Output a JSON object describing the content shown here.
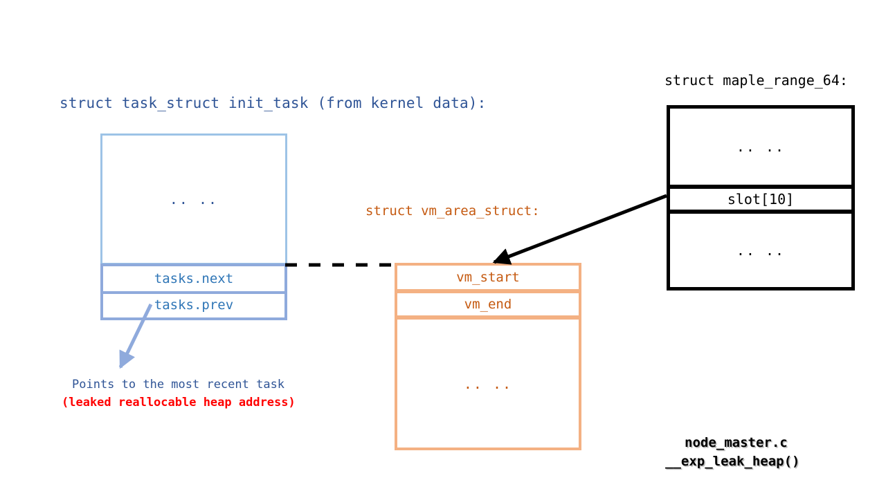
{
  "diagram": {
    "title_task_struct": "struct task_struct init_task (from kernel data):",
    "title_vm_area": "struct vm_area_struct:",
    "title_maple": "struct maple_range_64:",
    "task_struct_box": {
      "ellipsis": ".. ..",
      "rows": [
        {
          "label": "tasks.next"
        },
        {
          "label": "tasks.prev"
        }
      ]
    },
    "vm_area_box": {
      "rows": [
        {
          "label": "vm_start"
        },
        {
          "label": "vm_end"
        }
      ],
      "ellipsis": ".. .."
    },
    "maple_box": {
      "top_ellipsis": ".. ..",
      "slot_label": "slot[10]",
      "bottom_ellipsis": ".. .."
    },
    "notes": {
      "points_to": "Points to the most recent task",
      "leaked": "(leaked reallocable heap address)",
      "source_file": "node_master.c",
      "source_function": "__exp_leak_heap()"
    },
    "colors": {
      "title_blue": "#2F5496",
      "text_blue": "#2E75B6",
      "box_blue_light": "#9DC3E6",
      "box_blue_mid": "#8FAADC",
      "orange_text": "#C55A11",
      "orange_border": "#F4B183",
      "black": "#000000",
      "red": "#FF0000",
      "background": "#FFFFFF"
    }
  }
}
